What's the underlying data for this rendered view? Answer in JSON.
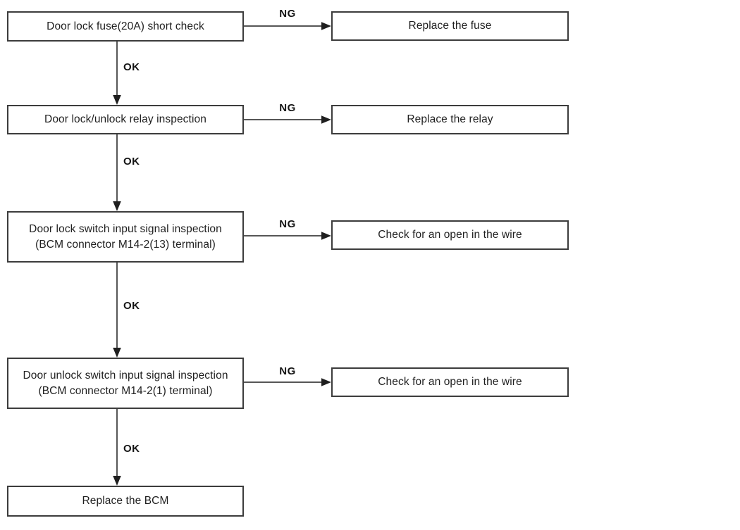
{
  "diagram": {
    "ng_label": "NG",
    "ok_label": "OK",
    "steps": [
      {
        "check_line1": "Door lock fuse(20A) short check",
        "ng_action": "Replace the fuse"
      },
      {
        "check_line1": "Door lock/unlock relay inspection",
        "ng_action": "Replace the relay"
      },
      {
        "check_line1": "Door lock switch input signal inspection",
        "check_line2": "(BCM connector M14-2(13) terminal)",
        "ng_action": "Check for an open in the wire"
      },
      {
        "check_line1": "Door unlock switch input signal inspection",
        "check_line2": "(BCM connector M14-2(1) terminal)",
        "ng_action": "Check for an open in the wire"
      }
    ],
    "final_action": "Replace the BCM",
    "colors": {
      "line": "#1f1f1f",
      "border": "#3c3c3c",
      "background": "#ffffff"
    }
  }
}
